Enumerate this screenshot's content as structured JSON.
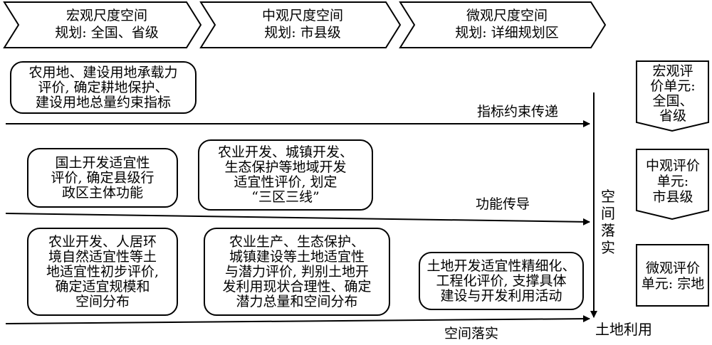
{
  "stages": [
    {
      "name": "宏观尺度空间",
      "scope": "规划: 全国、省级"
    },
    {
      "name": "中观尺度空间",
      "scope": "规划: 市县级"
    },
    {
      "name": "微观尺度空间",
      "scope": "规划: 详细规划区"
    }
  ],
  "macro_row": {
    "box": "农用地、建设用地承载力\n评价, 确定耕地保护、\n建设用地总量约束指标",
    "flow_label": "指标约束传递"
  },
  "meso_row": {
    "box1": "国土开发适宜性\n评价, 确定县级行\n政区主体功能",
    "box2": "农业开发、城镇开发、\n生态保护等地域开发\n适宜性评价, 划定\n“三区三线”",
    "flow_label": "功能传导"
  },
  "micro_row": {
    "box1": "农业开发、人居环\n境自然适宜性等土\n地适宜性初步评价,\n确定适宜规模和\n空间分布",
    "box2": "农业生产、生态保护、\n城镇建设等土地适宜性\n与潜力评价, 判别土地开\n发利用现状合理性、确定\n潜力总量和空间分布",
    "box3": "土地开发适宜性精细化、\n工程化评价, 支撑具体\n建设与开发利用活动",
    "flow_label": "空间落实"
  },
  "vertical_label": "空间落实",
  "result_label": "土地利用",
  "units": [
    "宏观评\n价单元:\n全国、\n省级",
    "中观评价\n单元:\n市县级",
    "微观评价\n单元: 宗地"
  ]
}
